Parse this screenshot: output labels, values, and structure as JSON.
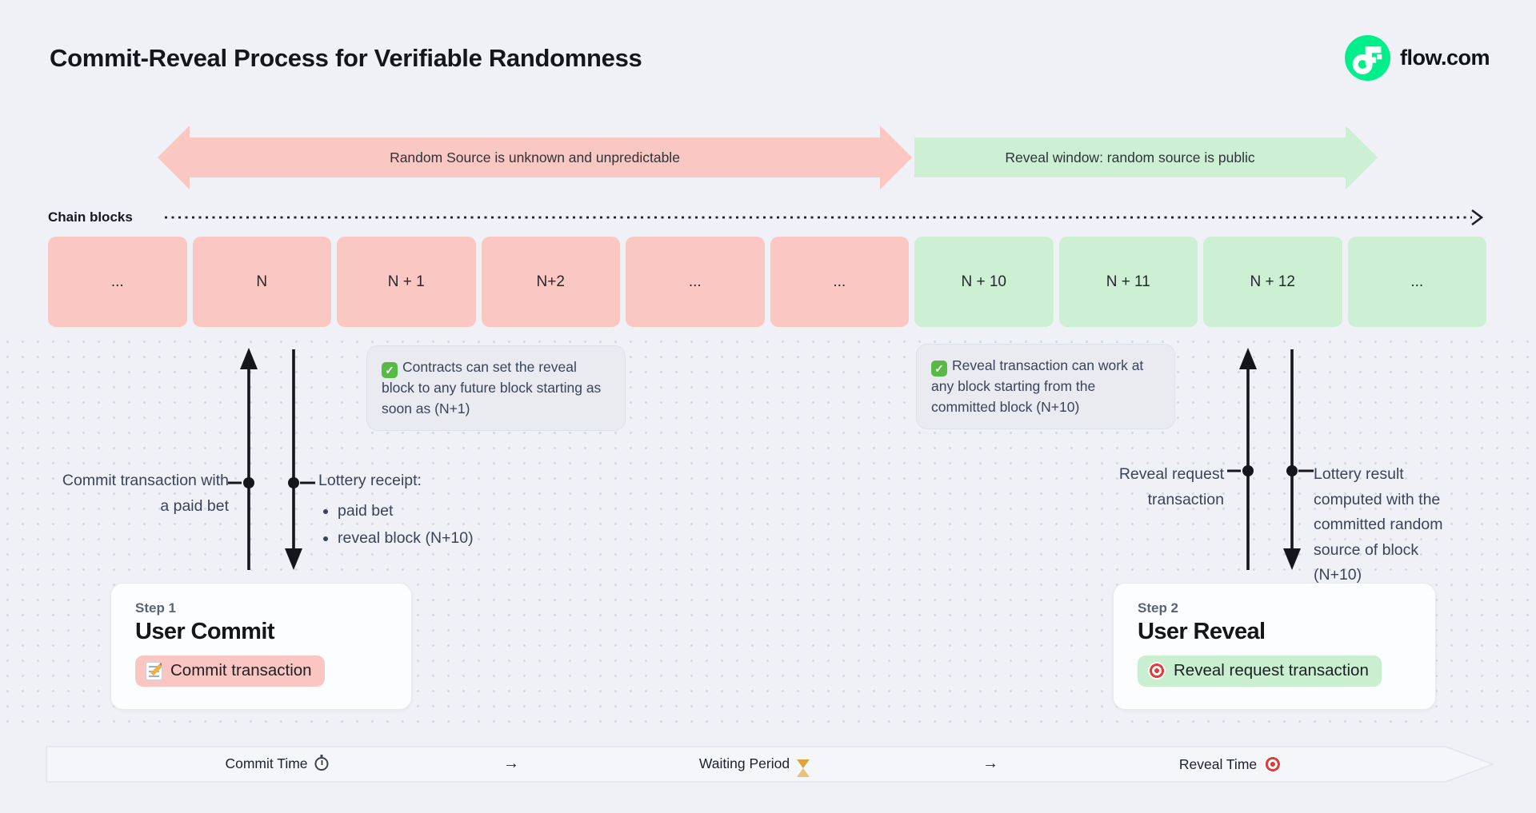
{
  "page": {
    "title": "Commit-Reveal Process for Verifiable Randomness"
  },
  "brand": {
    "name": "flow.com",
    "logo_icon": "flow-logo-icon",
    "logo_color": "#00EF8B"
  },
  "phase_arrows": {
    "commit": {
      "label": "Random Source is unknown and unpredictable",
      "color": "#FBC7C2"
    },
    "reveal": {
      "label": "Reveal window: random source is public",
      "color": "#CDF0D4"
    }
  },
  "chain": {
    "label": "Chain blocks"
  },
  "blocks": {
    "items": [
      {
        "label": "...",
        "phase": "commit"
      },
      {
        "label": "N",
        "phase": "commit"
      },
      {
        "label": "N + 1",
        "phase": "commit"
      },
      {
        "label": "N+2",
        "phase": "commit"
      },
      {
        "label": "...",
        "phase": "commit"
      },
      {
        "label": "...",
        "phase": "commit"
      },
      {
        "label": "N + 10",
        "phase": "reveal"
      },
      {
        "label": "N + 11",
        "phase": "reveal"
      },
      {
        "label": "N + 12",
        "phase": "reveal"
      },
      {
        "label": "...",
        "phase": "reveal"
      }
    ]
  },
  "annotations": {
    "left": {
      "icon_glyph": "✓",
      "text": "Contracts can set the reveal block to any future block starting as soon as (N+1)"
    },
    "right": {
      "icon_glyph": "✓",
      "text": "Reveal transaction can work at any block starting from the committed block (N+10)"
    }
  },
  "callouts": {
    "commit_tx": "Commit transaction with a paid bet",
    "lottery_receipt": {
      "title": "Lottery receipt:",
      "bullets": [
        "paid bet",
        "reveal block (N+10)"
      ]
    },
    "reveal_tx": "Reveal request transaction",
    "lottery_result": "Lottery result computed with the committed random source of block (N+10)"
  },
  "steps": {
    "commit": {
      "label": "Step 1",
      "title": "User Commit",
      "pill_icon": "memo-icon",
      "pill_label": "Commit transaction"
    },
    "reveal": {
      "label": "Step 2",
      "title": "User Reveal",
      "pill_icon": "target-icon",
      "pill_label": "Reveal request transaction"
    }
  },
  "timeline": {
    "commit": {
      "label": "Commit Time",
      "icon": "stopwatch-icon"
    },
    "arrow1": "→",
    "waiting": {
      "label": "Waiting Period",
      "icon": "hourglass-icon"
    },
    "arrow2": "→",
    "reveal": {
      "label": "Reveal Time",
      "icon": "target-icon"
    }
  }
}
